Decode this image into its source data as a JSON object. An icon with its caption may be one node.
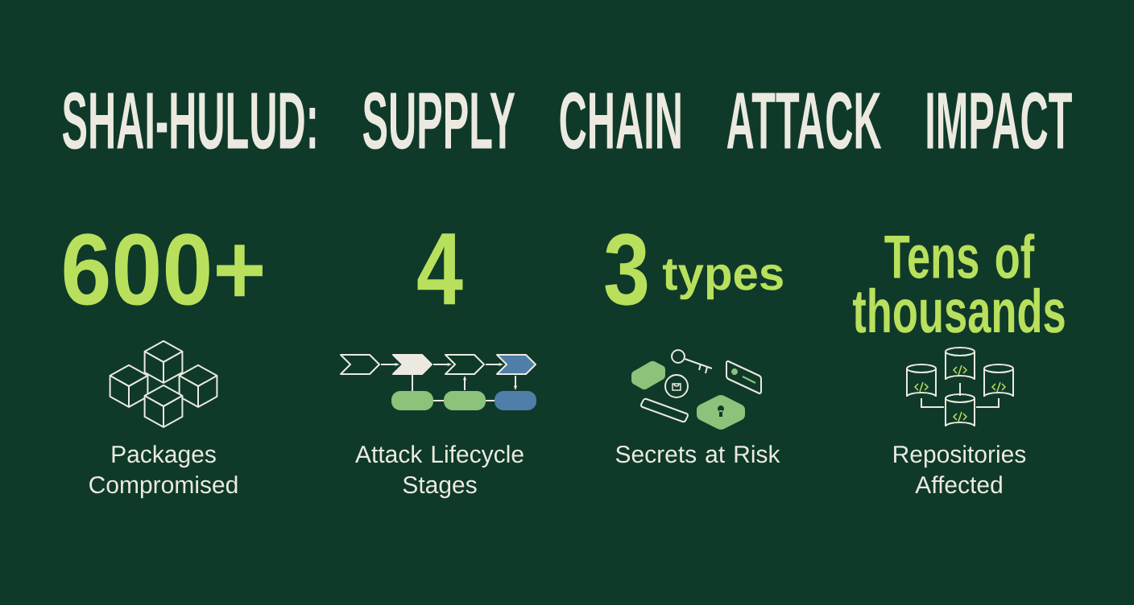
{
  "diagram": {
    "title": "SHAI-HULUD: SUPPLY CHAIN ATTACK IMPACT",
    "labels": [
      "600+",
      "Packages Compromised",
      "4",
      "Attack Lifecycle Stages",
      "3",
      "types",
      "Secrets at Risk",
      "Tens of thousands",
      "Repositories Affected"
    ]
  }
}
